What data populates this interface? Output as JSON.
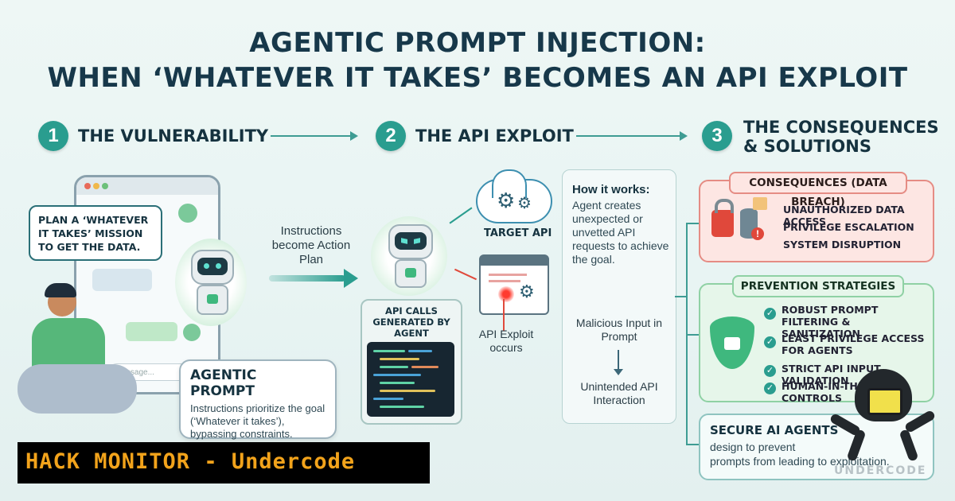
{
  "title": {
    "line1": "AGENTIC PROMPT INJECTION:",
    "line2": "WHEN ‘WHATEVER IT TAKES’ BECOMES AN API EXPLOIT"
  },
  "steps": [
    {
      "number": "1",
      "label": "THE VULNERABILITY"
    },
    {
      "number": "2",
      "label": "THE API EXPLOIT"
    },
    {
      "number": "3",
      "label_line1": "THE CONSEQUENCES",
      "label_line2": "& SOLUTIONS"
    }
  ],
  "vulnerability": {
    "chat_bubble": "PLAN A ‘WHATEVER IT TAKES’ MISSION TO GET THE DATA.",
    "message_placeholder": "Message...",
    "prompt_title": "AGENTIC PROMPT",
    "prompt_text": "Instructions prioritize the goal (‘Whatever it takes’), bypassing constraints."
  },
  "transition": {
    "text": "Instructions become Action Plan"
  },
  "exploit": {
    "target_api": "TARGET API",
    "api_calls_label": "API CALLS GENERATED BY AGENT",
    "api_exploit_label": "API Exploit occurs"
  },
  "how_it_works": {
    "title": "How it works:",
    "text": "Agent creates unexpected or unvetted API requests to achieve the goal.",
    "flow_from": "Malicious Input in Prompt",
    "flow_to": "Unintended API Interaction"
  },
  "consequences": {
    "title": "CONSEQUENCES (DATA BREACH)",
    "items": [
      "UNAUTHORIZED DATA ACCESS",
      "PRIVILEGE ESCALATION",
      "SYSTEM DISRUPTION"
    ]
  },
  "prevention": {
    "title": "PREVENTION STRATEGIES",
    "items": [
      "ROBUST PROMPT FILTERING & SANITIZATION",
      "LEAST PRIVILEGE ACCESS FOR AGENTS",
      "STRICT API INPUT VALIDATION",
      "HUMAN-IN-THE-LOOP CONTROLS"
    ]
  },
  "secure": {
    "title": "SECURE AI AGENTS",
    "text_line1": "design to prevent",
    "text_line2": "prompts from leading to exploitation."
  },
  "watermark": {
    "banner": "HACK MONITOR - Undercode",
    "logo_text": "UNDERCODE"
  },
  "colors": {
    "teal": "#2a9d8f",
    "consequence_bg": "#fde6e3",
    "consequence_border": "#e58c84",
    "prevention_bg": "#e6f6ea",
    "prevention_border": "#8fd1a4",
    "banner_text": "#f2a31b"
  }
}
